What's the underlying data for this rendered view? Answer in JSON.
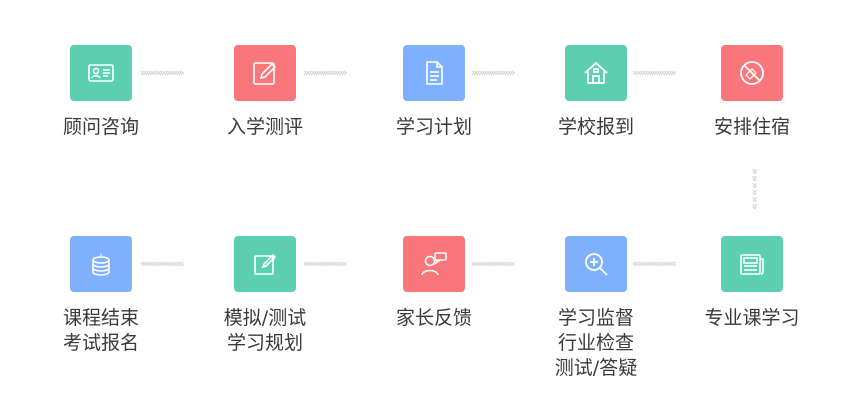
{
  "colors": {
    "green": "#5ccfb0",
    "red": "#f9767a",
    "blue": "#7fb0ff",
    "arrow": "#c4c4c4",
    "text": "#3a3a3a"
  },
  "steps": [
    {
      "icon": "id-card-icon",
      "color": "green",
      "lines": [
        "顾问咨询"
      ]
    },
    {
      "icon": "edit-pencil-icon",
      "color": "red",
      "lines": [
        "入学测评"
      ]
    },
    {
      "icon": "document-icon",
      "color": "blue",
      "lines": [
        "学习计划"
      ]
    },
    {
      "icon": "school-house-icon",
      "color": "green",
      "lines": [
        "学校报到"
      ]
    },
    {
      "icon": "no-smoking-icon",
      "color": "red",
      "lines": [
        "安排住宿"
      ]
    },
    {
      "icon": "newspaper-icon",
      "color": "green",
      "lines": [
        "专业课学习"
      ]
    },
    {
      "icon": "magnifier-plus-icon",
      "color": "blue",
      "lines": [
        "学习监督",
        "行业检查",
        "测试/答疑"
      ]
    },
    {
      "icon": "user-chat-icon",
      "color": "red",
      "lines": [
        "家长反馈"
      ]
    },
    {
      "icon": "edit-square-icon",
      "color": "green",
      "lines": [
        "模拟/测试",
        "学习规划"
      ]
    },
    {
      "icon": "coins-dollar-icon",
      "color": "blue",
      "lines": [
        "课程结束",
        "考试报名"
      ]
    }
  ],
  "arrows": {
    "right": "»»»»»»»»»",
    "left": "«««««««««",
    "down": "»"
  }
}
